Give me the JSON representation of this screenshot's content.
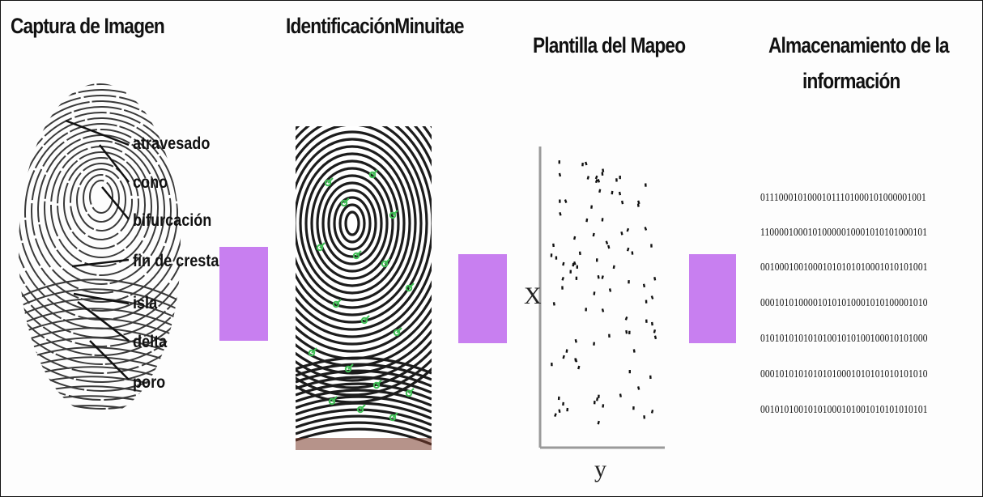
{
  "stages": [
    {
      "title": "Captura de Imagen"
    },
    {
      "title": "IdentificaciónMinuitae"
    },
    {
      "title": "Plantilla del Mapeo"
    },
    {
      "title_line1": "Almacenamiento de la",
      "title_line2": "información"
    }
  ],
  "fingerprint_labels": [
    "atravesado",
    "cono",
    "bifurcación",
    "fin de cresta",
    "isla",
    "delta",
    "poro"
  ],
  "mapping": {
    "x_axis_label": "X",
    "y_axis_label": "y"
  },
  "binary_lines": [
    "01110001010001011101000101000001001",
    "11000010001010000010001010101000101",
    "00100010010001010101010001010101001",
    "00010101000010101010001010100001010",
    "01010101010101001010100100010101000",
    "00010101010101010001010101010101010",
    "00101010010101000101001010101010101"
  ],
  "colors": {
    "arrow_box": "#c87ff0",
    "minutiae_marks": "#3fbf55",
    "frame": "#111111"
  }
}
